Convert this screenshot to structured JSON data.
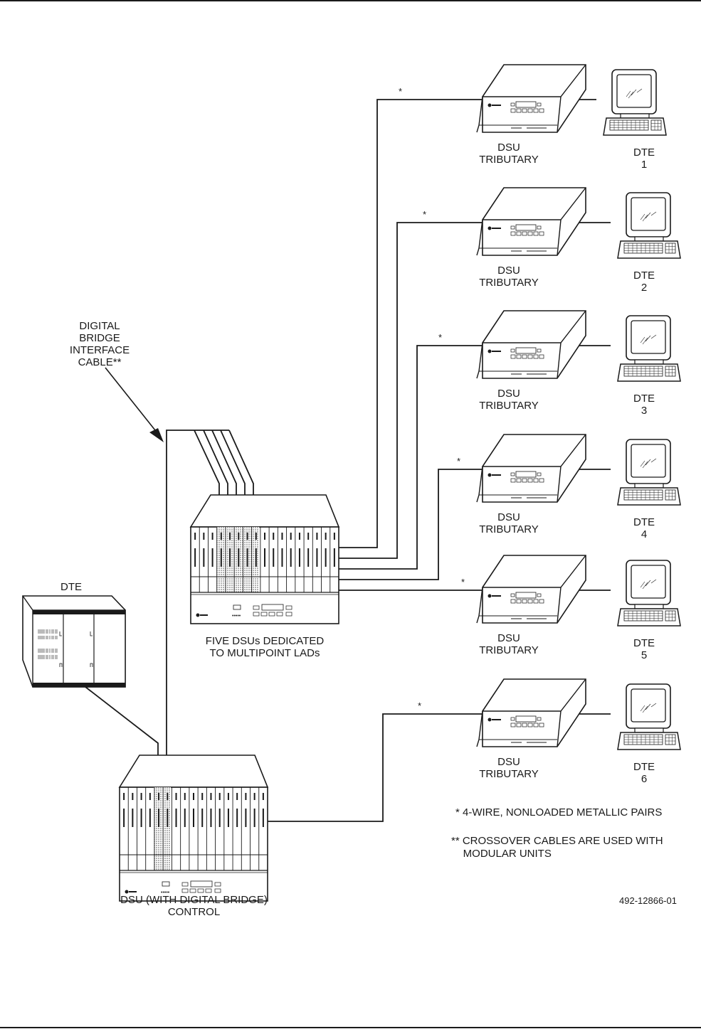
{
  "figure_id": "492-12866-01",
  "callout": {
    "lines": [
      "DIGITAL",
      "BRIDGE",
      "INTERFACE",
      "CABLE**"
    ]
  },
  "mainframe_dte": {
    "label": "DTE"
  },
  "multipoint_rack": {
    "label_lines": [
      "FIVE DSUs DEDICATED",
      "TO MULTIPOINT LADs"
    ]
  },
  "control_rack": {
    "label_lines": [
      "DSU (WITH DIGITAL BRIDGE)",
      "CONTROL"
    ]
  },
  "tributaries": [
    {
      "dsu_lines": [
        "DSU",
        "TRIBUTARY"
      ],
      "dte_lines": [
        "DTE",
        "1"
      ],
      "marker": "*"
    },
    {
      "dsu_lines": [
        "DSU",
        "TRIBUTARY"
      ],
      "dte_lines": [
        "DTE",
        "2"
      ],
      "marker": "*"
    },
    {
      "dsu_lines": [
        "DSU",
        "TRIBUTARY"
      ],
      "dte_lines": [
        "DTE",
        "3"
      ],
      "marker": "*"
    },
    {
      "dsu_lines": [
        "DSU",
        "TRIBUTARY"
      ],
      "dte_lines": [
        "DTE",
        "4"
      ],
      "marker": "*"
    },
    {
      "dsu_lines": [
        "DSU",
        "TRIBUTARY"
      ],
      "dte_lines": [
        "DTE",
        "5"
      ],
      "marker": "*"
    },
    {
      "dsu_lines": [
        "DSU",
        "TRIBUTARY"
      ],
      "dte_lines": [
        "DTE",
        "6"
      ],
      "marker": "*"
    }
  ],
  "notes": {
    "single_star": "* 4-WIRE, NONLOADED METALLIC PAIRS",
    "double_star_line1": "** CROSSOVER CABLES ARE USED WITH",
    "double_star_line2": "    MODULAR UNITS"
  },
  "colors": {
    "ink": "#1a1a1a",
    "paper": "#ffffff",
    "shade": "#bdbdbd"
  }
}
